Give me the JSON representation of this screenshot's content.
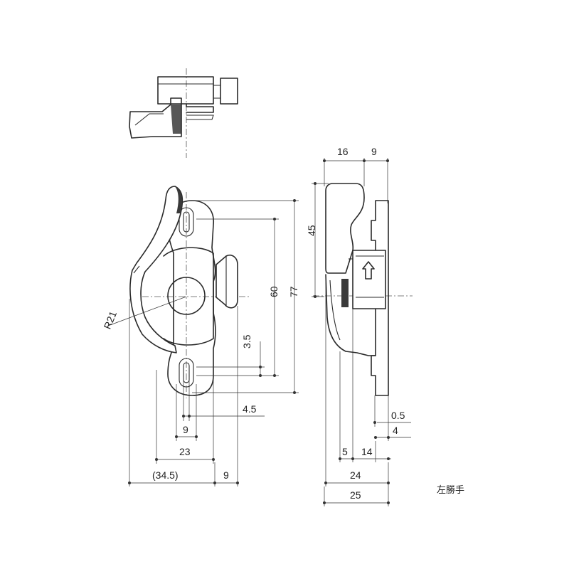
{
  "dimensions": {
    "front": {
      "height_60": "60",
      "height_77": "77",
      "offset_3_5": "3.5",
      "width_4_5": "4.5",
      "width_9_inner": "9",
      "width_23": "23",
      "width_34_5": "(34.5)",
      "width_9_outer": "9",
      "radius_21": "R21"
    },
    "side": {
      "top_16": "16",
      "top_9": "9",
      "height_45": "45",
      "thick_0_5": "0.5",
      "thick_4": "4",
      "width_5": "5",
      "width_14": "14",
      "width_24": "24",
      "width_25": "25"
    }
  },
  "note": "左勝手"
}
